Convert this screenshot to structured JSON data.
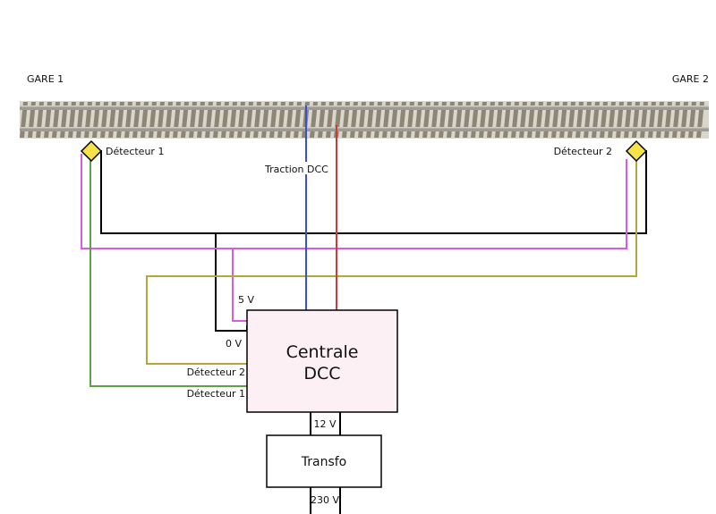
{
  "stations": {
    "left": "GARE 1",
    "right": "GARE 2"
  },
  "detectors": {
    "d1_label": "Détecteur 1",
    "d2_label": "Détecteur 2"
  },
  "traction_label": "Traction DCC",
  "central": {
    "line1": "Centrale",
    "line2": "DCC",
    "pin_5v": "5 V",
    "pin_0v": "0 V",
    "pin_det2": "Détecteur 2",
    "pin_det1": "Détecteur 1"
  },
  "transfo": {
    "label": "Transfo",
    "out_label": "12 V",
    "in_label": "230 V"
  },
  "colors": {
    "black_wire": "#000000",
    "magenta_wire": "#d65ce0",
    "olive_wire": "#b3a63a",
    "green_wire": "#5ea047",
    "blue_wire": "#3b4fd6",
    "red_wire": "#cc3a3a",
    "central_fill": "#fdf0f5",
    "detector_fill": "#f7e24a"
  }
}
